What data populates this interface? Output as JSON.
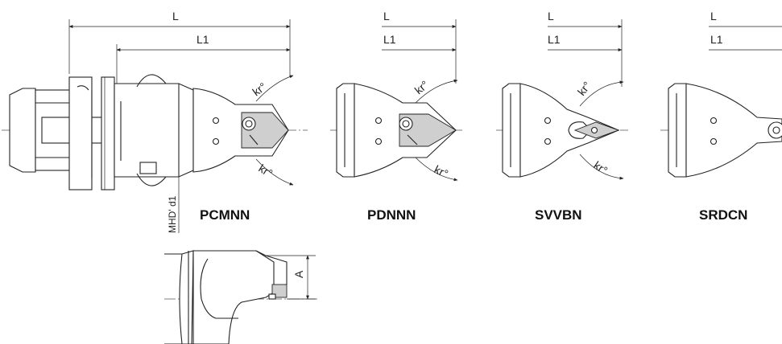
{
  "dimensions": {
    "overall_length": "L",
    "length_1": "L1",
    "bore_diameter": "MHD' d1",
    "height": "A",
    "angle": "kr°"
  },
  "tools": [
    {
      "code": "PCMNN"
    },
    {
      "code": "PDNNN"
    },
    {
      "code": "SVVBN"
    },
    {
      "code": "SRDCN"
    }
  ]
}
